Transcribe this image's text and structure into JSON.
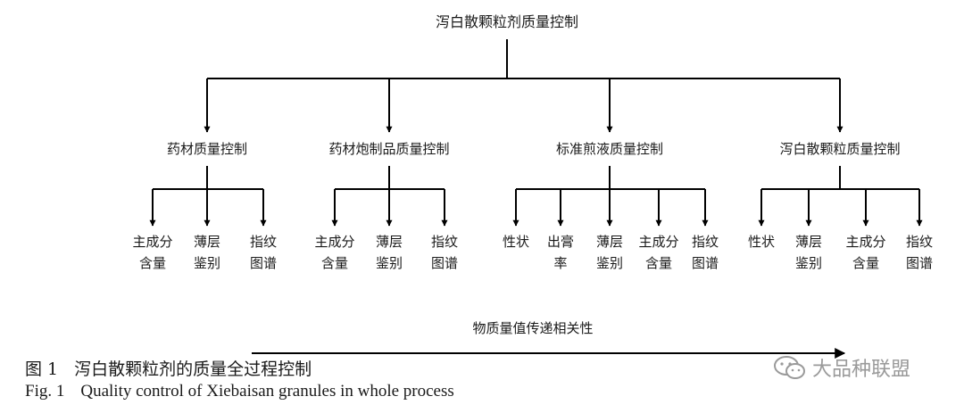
{
  "diagram": {
    "root": "泻白散颗粒剂质量控制",
    "groups": [
      {
        "label": "药材质量控制",
        "children": [
          [
            "主成分",
            "含量"
          ],
          [
            "薄层",
            "鉴别"
          ],
          [
            "指纹",
            "图谱"
          ]
        ]
      },
      {
        "label": "药材炮制品质量控制",
        "children": [
          [
            "主成分",
            "含量"
          ],
          [
            "薄层",
            "鉴别"
          ],
          [
            "指纹",
            "图谱"
          ]
        ]
      },
      {
        "label": "标准煎液质量控制",
        "children": [
          [
            "性状"
          ],
          [
            "出膏",
            "率"
          ],
          [
            "薄层",
            "鉴别"
          ],
          [
            "主成分",
            "含量"
          ],
          [
            "指纹",
            "图谱"
          ]
        ]
      },
      {
        "label": "泻白散颗粒质量控制",
        "children": [
          [
            "性状"
          ],
          [
            "薄层",
            "鉴别"
          ],
          [
            "主成分",
            "含量"
          ],
          [
            "指纹",
            "图谱"
          ]
        ]
      }
    ],
    "transfer_label": "物质量值传递相关性"
  },
  "caption": {
    "cn_number": "图 1",
    "cn_text": "泻白散颗粒剂的质量全过程控制",
    "en_number": "Fig. 1",
    "en_text": "Quality control of Xiebaisan granules in whole process"
  },
  "watermark": {
    "text": "大品种联盟",
    "icon": "wechat-icon"
  }
}
